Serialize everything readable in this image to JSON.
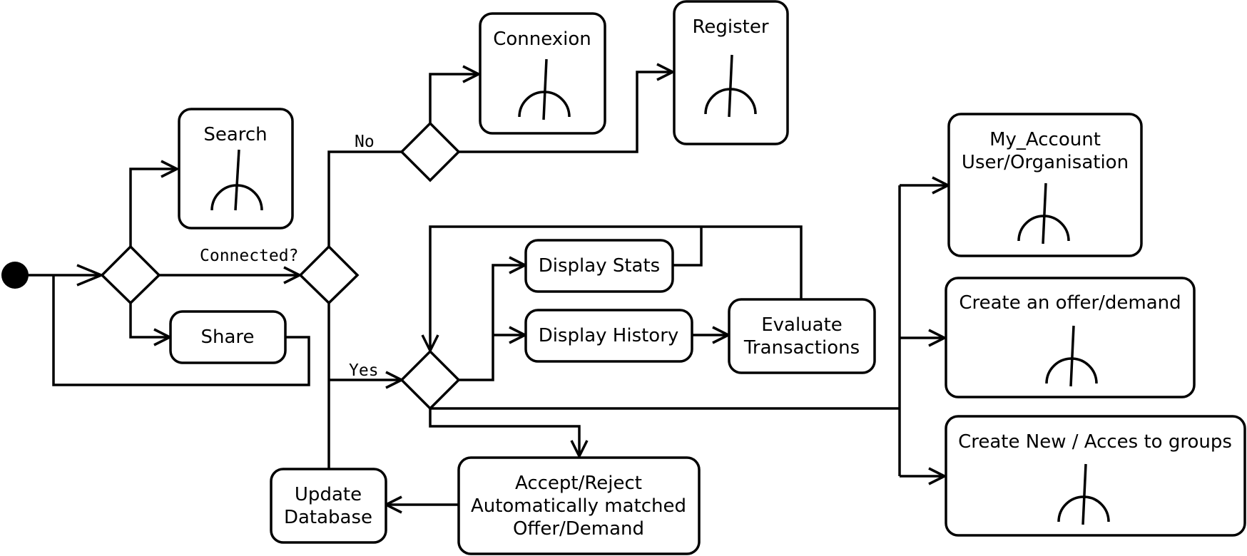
{
  "diagram": {
    "title": "",
    "nodes": {
      "search": [
        "Search"
      ],
      "share": [
        "Share"
      ],
      "connexion": [
        "Connexion"
      ],
      "register": [
        "Register"
      ],
      "display_stats": [
        "Display Stats"
      ],
      "display_history": [
        "Display History"
      ],
      "evaluate_transactions": [
        "Evaluate",
        "Transactions"
      ],
      "accept_reject": [
        "Accept/Reject",
        "Automatically matched",
        "Offer/Demand"
      ],
      "update_database": [
        "Update",
        "Database"
      ],
      "my_account": [
        "My_Account",
        "User/Organisation"
      ],
      "create_offer": [
        "Create an offer/demand"
      ],
      "create_groups": [
        "Create New / Acces to groups"
      ]
    },
    "edge_labels": {
      "connected": "Connected?",
      "no": "No",
      "yes": "Yes"
    }
  }
}
